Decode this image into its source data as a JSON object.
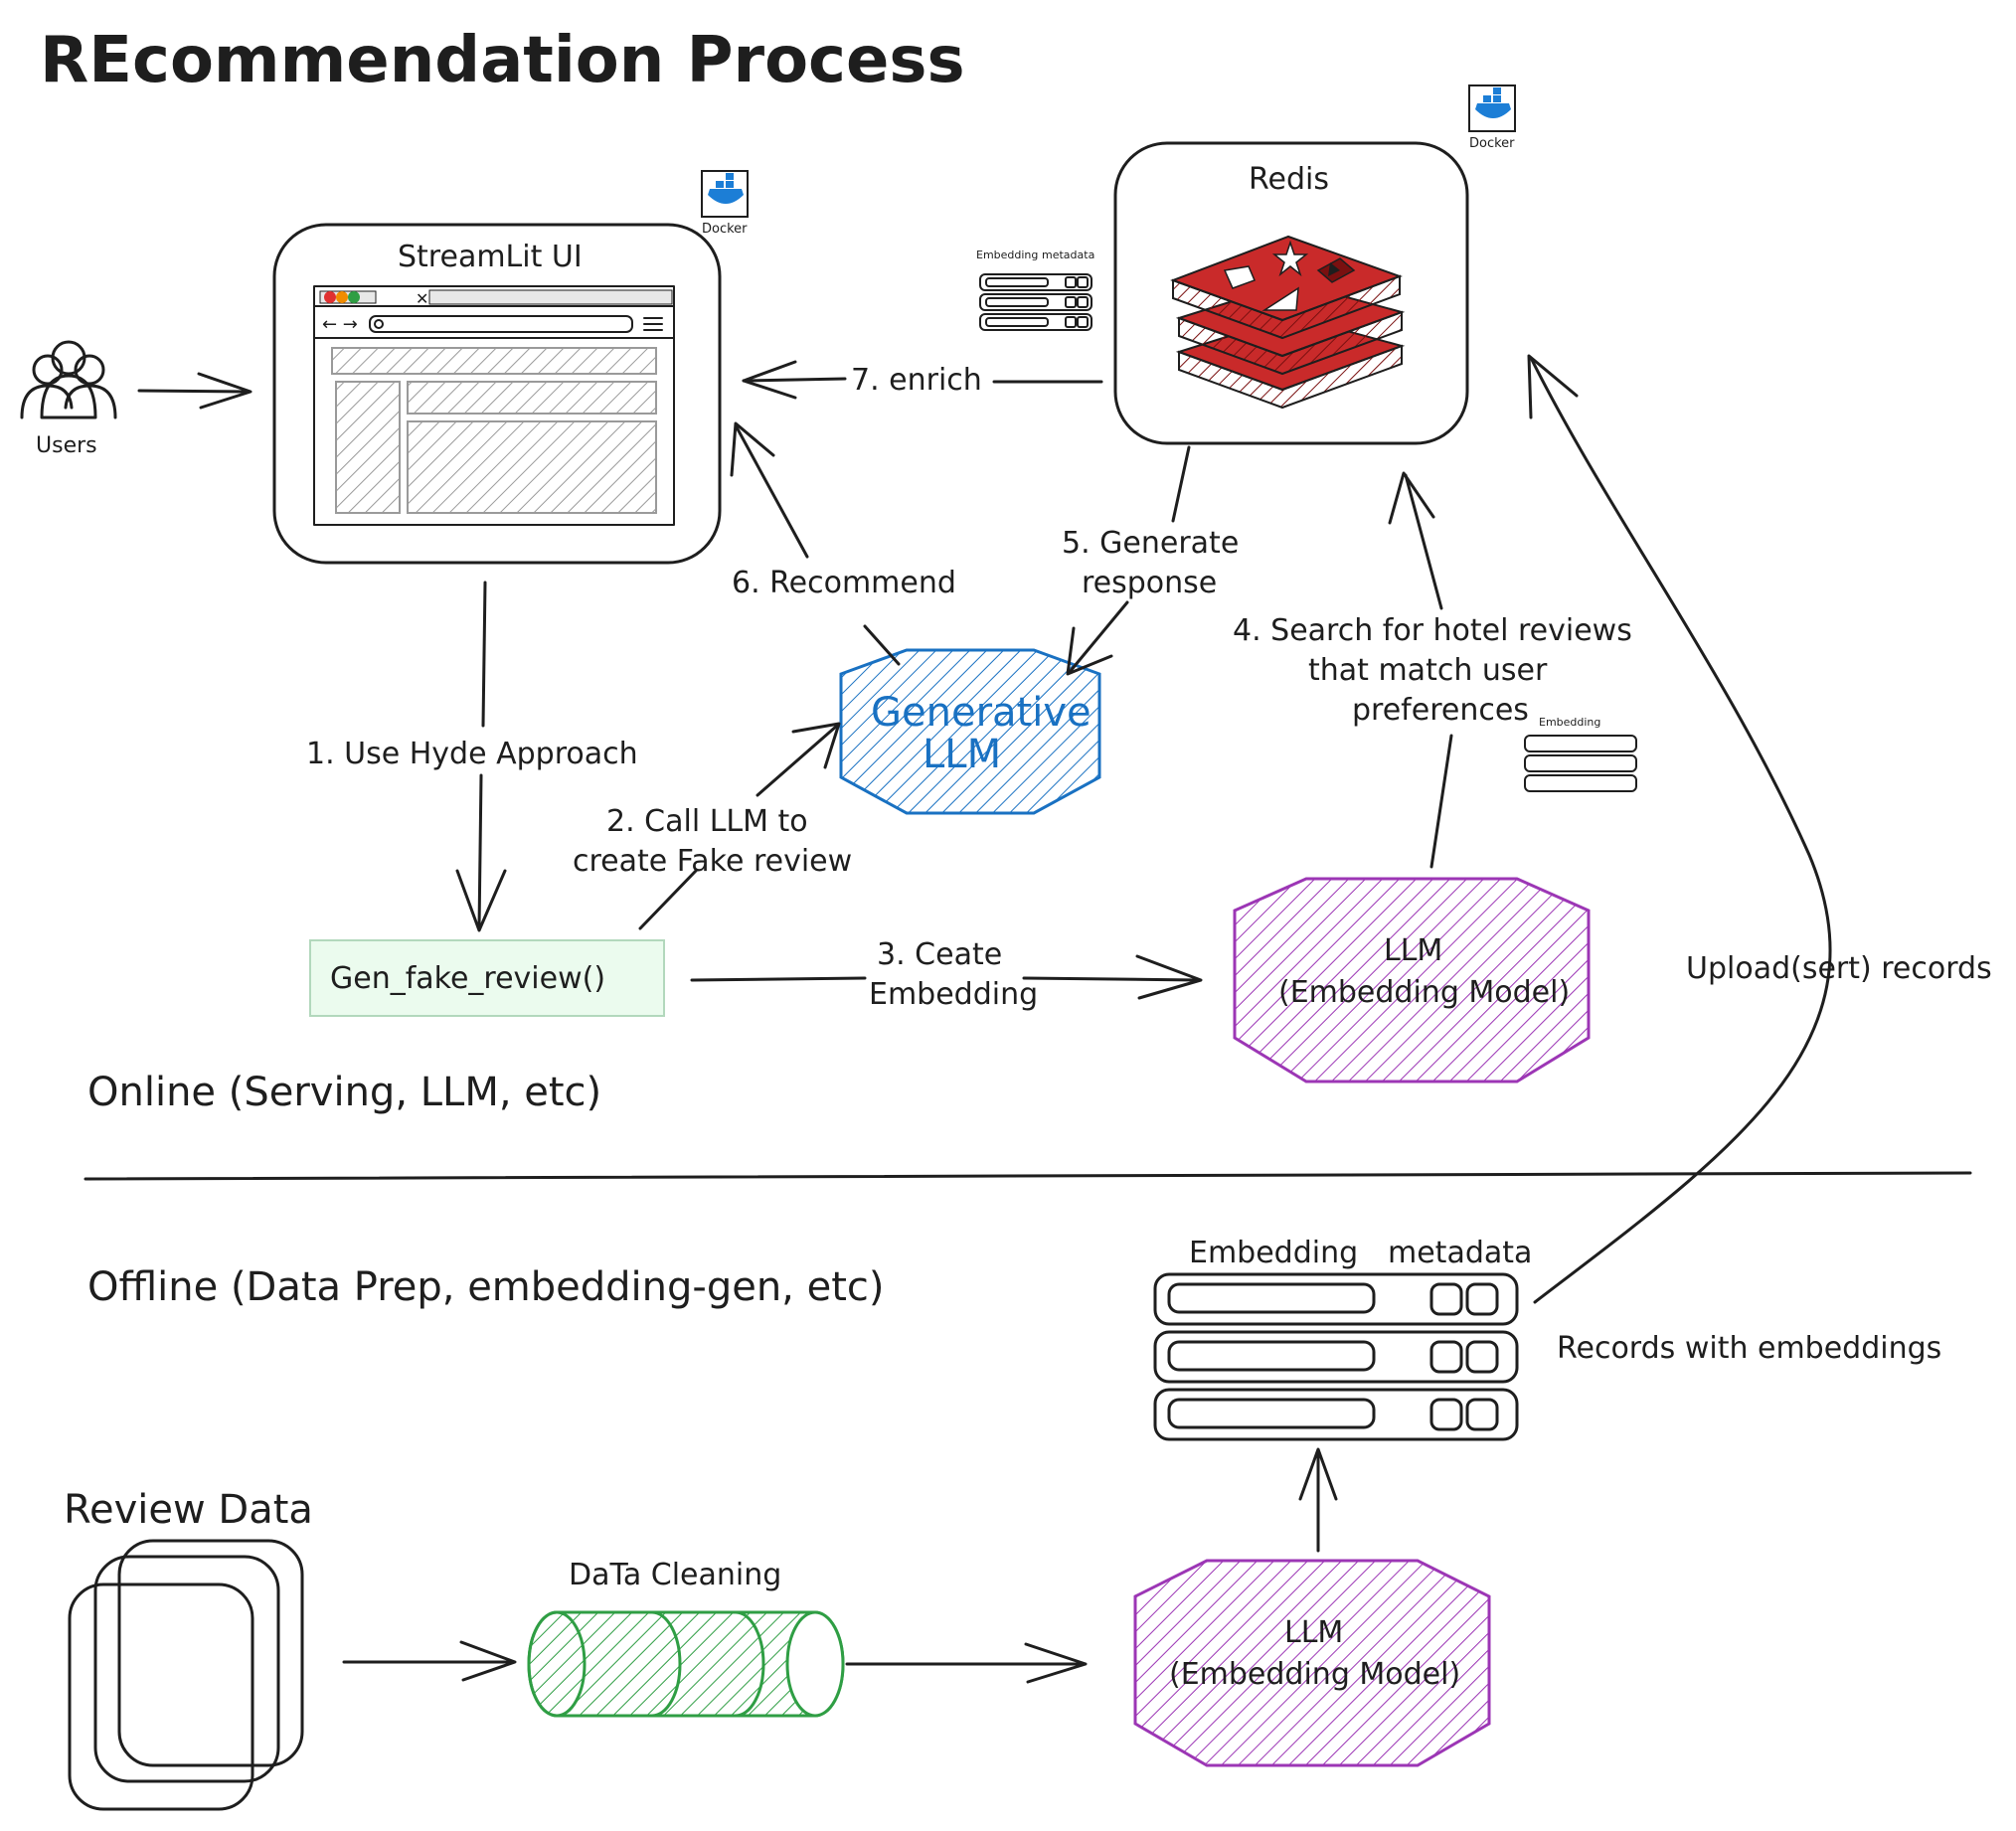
{
  "title": "REcommendation Process",
  "colors": {
    "ink": "#1e1e1e",
    "generative_llm": "#1971c2",
    "embedding_llm": "#9c36b5",
    "redis": "#c92a2a",
    "cleaning": "#2f9e44",
    "docker": "#1c7ed6",
    "gen_box_fill": "#ebfbee"
  },
  "nodes": {
    "users": "Users",
    "streamlit": "StreamLit UI",
    "docker_label": "Docker",
    "redis": "Redis",
    "generative_llm_line1": "Generative",
    "generative_llm_line2": "LLM",
    "gen_fake_review": "Gen_fake_review()",
    "embed_llm_line1": "LLM",
    "embed_llm_line2": "(Embedding Model)",
    "review_data": "Review Data",
    "data_cleaning": "DaTa Cleaning",
    "records_embedding_header": "Embedding",
    "records_metadata_header": "metadata",
    "records_with_embeddings": "Records with embeddings",
    "mini_embedding": "Embedding",
    "mini_metadata": "metadata"
  },
  "steps": {
    "s1": "1. Use Hyde Approach",
    "s2_line1": "2. Call LLM to",
    "s2_line2": "create Fake review",
    "s3_line1": "3. Ceate",
    "s3_line2": "Embedding",
    "s4_line1": "4. Search for hotel reviews",
    "s4_line2": "that match user",
    "s4_line3": "preferences",
    "s5_line1": "5. Generate",
    "s5_line2": "response",
    "s6": "6. Recommend",
    "s7": "7. enrich",
    "upload": "Upload(sert) records"
  },
  "sections": {
    "online": "Online (Serving, LLM, etc)",
    "offline": "Offline (Data Prep, embedding-gen, etc)"
  }
}
